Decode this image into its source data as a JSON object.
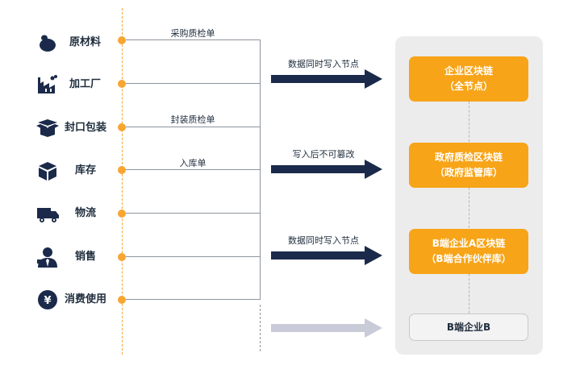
{
  "stages": [
    {
      "label": "原材料",
      "icon": "bean-icon"
    },
    {
      "label": "加工厂",
      "icon": "factory-icon"
    },
    {
      "label": "封口包装",
      "icon": "open-box-icon"
    },
    {
      "label": "库存",
      "icon": "package-icon"
    },
    {
      "label": "物流",
      "icon": "truck-icon"
    },
    {
      "label": "销售",
      "icon": "salesperson-icon"
    },
    {
      "label": "消费使用",
      "icon": "yen-coin-icon"
    }
  ],
  "documents": [
    {
      "label": "采购质检单"
    },
    {
      "label": "封装质检单"
    },
    {
      "label": "入库单"
    }
  ],
  "arrows": [
    {
      "label": "数据同时写入节点",
      "color": "#1b2a4a"
    },
    {
      "label": "写入后不可篡改",
      "color": "#1b2a4a"
    },
    {
      "label": "数据同时写入节点",
      "color": "#1b2a4a"
    },
    {
      "label": "",
      "color": "#c9ccd8"
    }
  ],
  "chains": [
    {
      "line1": "企业区块链",
      "line2": "（全节点）"
    },
    {
      "line1": "政府质检区块链",
      "line2": "（政府监管库）"
    },
    {
      "line1": "B端企业A区块链",
      "line2": "（B端合作伙伴库）"
    }
  ],
  "enterprise_b": {
    "label": "B端企业B"
  },
  "colors": {
    "accent": "#f7a418",
    "navy": "#1b2a4a",
    "light_arrow": "#c9ccd8",
    "panel": "#ececec"
  }
}
